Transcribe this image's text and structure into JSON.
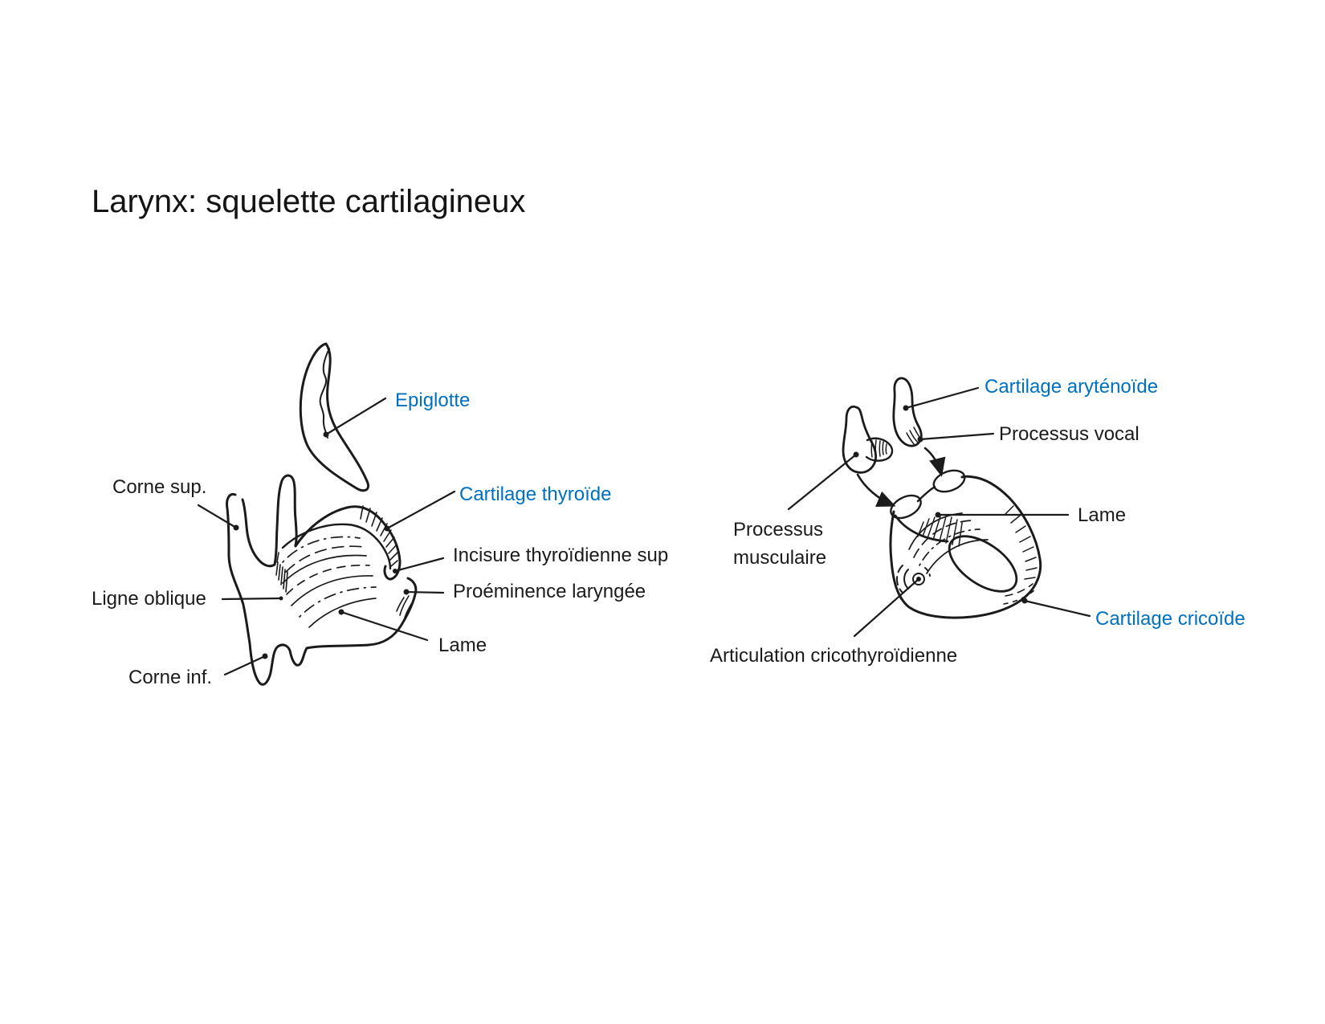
{
  "title": "Larynx: squelette cartilagineux",
  "colors": {
    "label_blue": "#0070C0",
    "ink": "#1b1b1b",
    "background": "#ffffff"
  },
  "left_figure_labels": {
    "epiglotte": "Epiglotte",
    "corne_sup": "Corne sup.",
    "cartilage_thyroide": "Cartilage thyroïde",
    "incisure": "Incisure thyroïdienne sup",
    "proeminence": "Proéminence laryngée",
    "ligne_oblique": "Ligne oblique",
    "lame": "Lame",
    "corne_inf": "Corne inf."
  },
  "right_figure_labels": {
    "cartilage_arytenoide": "Cartilage aryténoïde",
    "processus_vocal": "Processus vocal",
    "processus_musculaire": "Processus musculaire",
    "lame": "Lame",
    "cartilage_cricoide": "Cartilage cricoïde",
    "articulation": "Articulation cricothyroïdienne"
  }
}
